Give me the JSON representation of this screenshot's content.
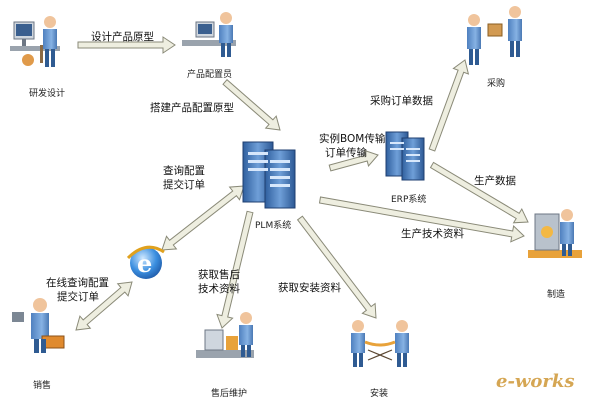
{
  "nodes": {
    "rd_design": "研发设计",
    "config_staff": "产品配置员",
    "plm": "PLM系统",
    "erp": "ERP系统",
    "purchase": "采购",
    "manufacture": "制造",
    "sales": "销售",
    "after_sales": "售后维护",
    "install": "安装"
  },
  "edges": {
    "design_prototype": "设计产品原型",
    "build_prototype": "搭建产品配置原型",
    "bom_line1": "实例BOM传输",
    "bom_line2": "订单传输",
    "po_data": "采购订单数据",
    "prod_data": "生产数据",
    "prod_tech": "生产技术资料",
    "query_line1": "查询配置",
    "query_line2": "提交订单",
    "online_line1": "在线查询配置",
    "online_line2": "提交订单",
    "after_line1": "获取售后",
    "after_line2": "技术资料",
    "install_info": "获取安装资料"
  },
  "watermark": "e-works",
  "colors": {
    "arrow_fill": "#eeeee0",
    "arrow_stroke": "#8a8a78",
    "server_blue": "#3d72b8",
    "person_blue": "#6e9fd6",
    "skin": "#f0c49c"
  }
}
